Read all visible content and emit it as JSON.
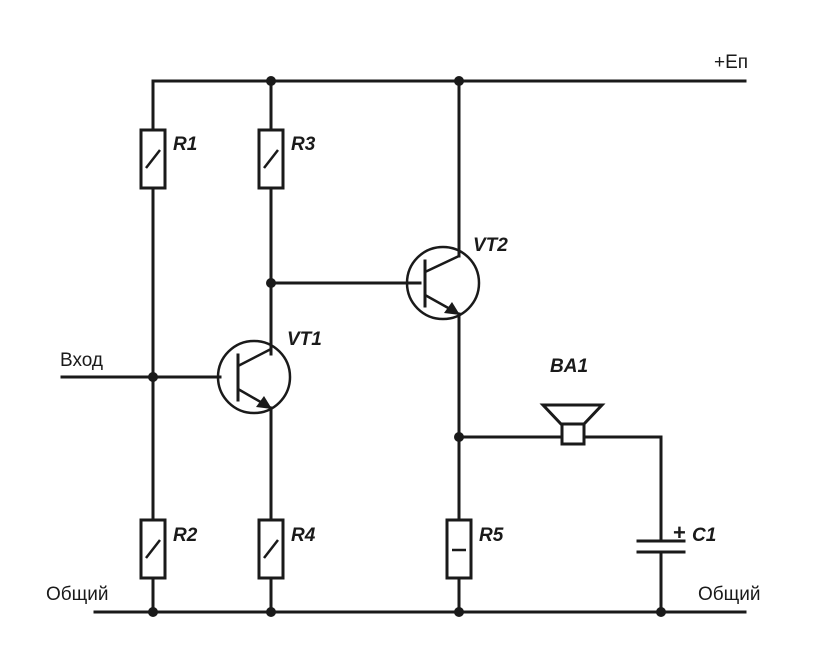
{
  "labels": {
    "supply": "+Еп",
    "input": "Вход",
    "ground_left": "Общий",
    "ground_right": "Общий"
  },
  "components": {
    "r1": "R1",
    "r2": "R2",
    "r3": "R3",
    "r4": "R4",
    "r5": "R5",
    "vt1": "VT1",
    "vt2": "VT2",
    "ba1": "BA1",
    "c1": "C1",
    "c1_polarity": "+"
  }
}
